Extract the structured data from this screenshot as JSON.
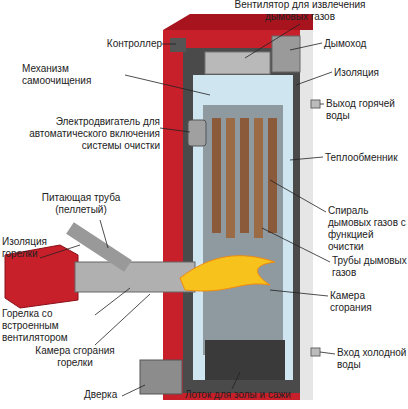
{
  "diagram": {
    "labels": [
      "Вентилятор для извлечения дымовых газов",
      "Контроллер",
      "Дымоход",
      "Механизм самоочищения",
      "Изоляция",
      "Выход горячей воды",
      "Электродвигатель для автоматического включения системы очистки",
      "Теплообменник",
      "Питающая труба (пеллетый)",
      "Изоляция горелки",
      "Спираль дымовых газов с функцией очистки",
      "Трубы дымовых газов",
      "Камера сгорания",
      "Горелка со встроенным вентилятором",
      "Вход холодной воды",
      "Камера сгорания горелки",
      "Дверка",
      "Лоток для золы и сажи"
    ]
  }
}
